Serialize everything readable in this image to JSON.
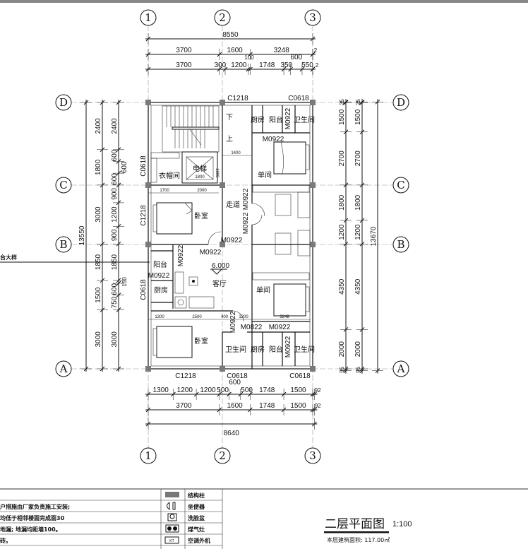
{
  "axes": {
    "vertical": [
      "1",
      "2",
      "3"
    ],
    "horizontal": [
      "D",
      "C",
      "B",
      "A"
    ]
  },
  "dims": {
    "top_total": [
      "8550"
    ],
    "top_mid": [
      "3700",
      "1600",
      "3248",
      "2"
    ],
    "top_inner": [
      "3700",
      "300",
      "1200",
      "100",
      "1748",
      "350",
      "600",
      "550",
      "2"
    ],
    "bottom_inner": [
      "1300",
      "1200",
      "1200",
      "500",
      "600",
      "500",
      "1748",
      "1500",
      "92"
    ],
    "bottom_mid": [
      "3700",
      "1600",
      "1748",
      "1500",
      "92"
    ],
    "bottom_total": [
      "8640"
    ],
    "left_total": [
      "13550"
    ],
    "left_mid": [
      "2400",
      "1800",
      "3000",
      "1850",
      "1500",
      "3000"
    ],
    "left_inner": [
      "2400",
      "600",
      "600",
      "600",
      "900",
      "1200",
      "900",
      "1850",
      "150",
      "600",
      "750",
      "3000"
    ],
    "right_inner": [
      "25",
      "1500",
      "2700",
      "1800",
      "1200",
      "4350",
      "2000",
      "95"
    ],
    "right_mid": [
      "25",
      "1500",
      "2700",
      "1800",
      "1200",
      "4350",
      "2000",
      "95"
    ],
    "right_total": [
      "13670"
    ]
  },
  "dim_values_mm": {
    "top_total": [
      8550
    ],
    "top_mid": [
      3700,
      1600,
      3248,
      2
    ],
    "top_inner": [
      3700,
      300,
      1200,
      100,
      1748,
      350,
      600,
      550,
      2
    ],
    "bottom_inner": [
      1300,
      1200,
      1200,
      500,
      600,
      500,
      1748,
      1500,
      92
    ],
    "bottom_mid": [
      3700,
      1600,
      1748,
      1500,
      92
    ],
    "bottom_total": [
      8640
    ],
    "left_total": [
      13550
    ],
    "left_mid": [
      2400,
      1800,
      3000,
      1850,
      1500,
      3000
    ],
    "left_inner": [
      2400,
      600,
      600,
      600,
      900,
      1200,
      900,
      1850,
      150,
      600,
      750,
      3000
    ],
    "right_inner": [
      25,
      1500,
      2700,
      1800,
      1200,
      4350,
      2000,
      95
    ],
    "right_mid": [
      25,
      1500,
      2700,
      1800,
      1200,
      4350,
      2000,
      95
    ],
    "right_total": [
      13670
    ]
  },
  "windows": {
    "top_c1218": "C1218",
    "top_c0618": "C0618",
    "left_c0618_a": "C0618",
    "left_c1218": "C1218",
    "left_c0618_b": "C0618",
    "bottom_c1218": "C1218",
    "bottom_c0618_a": "C0618",
    "bottom_c0618_b": "C0618"
  },
  "doors": {
    "d1": "M0922",
    "d2": "M0922",
    "d3": "M0922",
    "d4": "M0922",
    "d5": "M0922",
    "d6": "M0922",
    "d7": "M0922",
    "d8": "M0922",
    "d9": "M0822",
    "d10": "M0922",
    "d11": "M0922",
    "d12": "M0922"
  },
  "rooms": {
    "kitchen_top": "厨房",
    "balcony_top": "阳台",
    "bath_top": "卫生间",
    "single_top": "单间",
    "closet": "衣帽间",
    "elevator": "电梯",
    "stair_down": "下",
    "stair_up": "上",
    "bedroom_top": "卧室",
    "corridor": "走道",
    "balcony_left": "阳台",
    "kitchen_left": "厨房",
    "living": "客厅",
    "single_bottom": "单间",
    "bedroom_bottom": "卧室",
    "bath_bottom": "卫生间",
    "kitchen_bottom": "厨房",
    "balcony_bottom": "阳台",
    "bath_bottom_r": "卫生间"
  },
  "inner_dims": {
    "corridor_width": "1400",
    "closet_w": "1700",
    "elev_w": "2000",
    "elev_inner_h": "1800",
    "elev_inner_w": "1800",
    "b1": "1300",
    "b2": "2500",
    "b3": "400",
    "b4": "1200",
    "b5": "3248"
  },
  "elevation": "6.000",
  "detail_callout": "台大样",
  "notes": [
    "户措施由厂家负责施工安装;",
    "均低于相邻楼面完成面30",
    "地漏; 地漏均距墙100。",
    "砖。"
  ],
  "legend": [
    {
      "symbol": "column",
      "label": "结构柱"
    },
    {
      "symbol": "toilet",
      "label": "坐便器"
    },
    {
      "symbol": "basin",
      "label": "洗脸盆"
    },
    {
      "symbol": "stove",
      "label": "煤气灶"
    },
    {
      "symbol": "ac",
      "label": "空调外机",
      "symbol_text": "KT"
    }
  ],
  "title": {
    "name": "二层平面图",
    "scale": "1:100",
    "area": "本层建筑面积: 117.00㎡"
  }
}
